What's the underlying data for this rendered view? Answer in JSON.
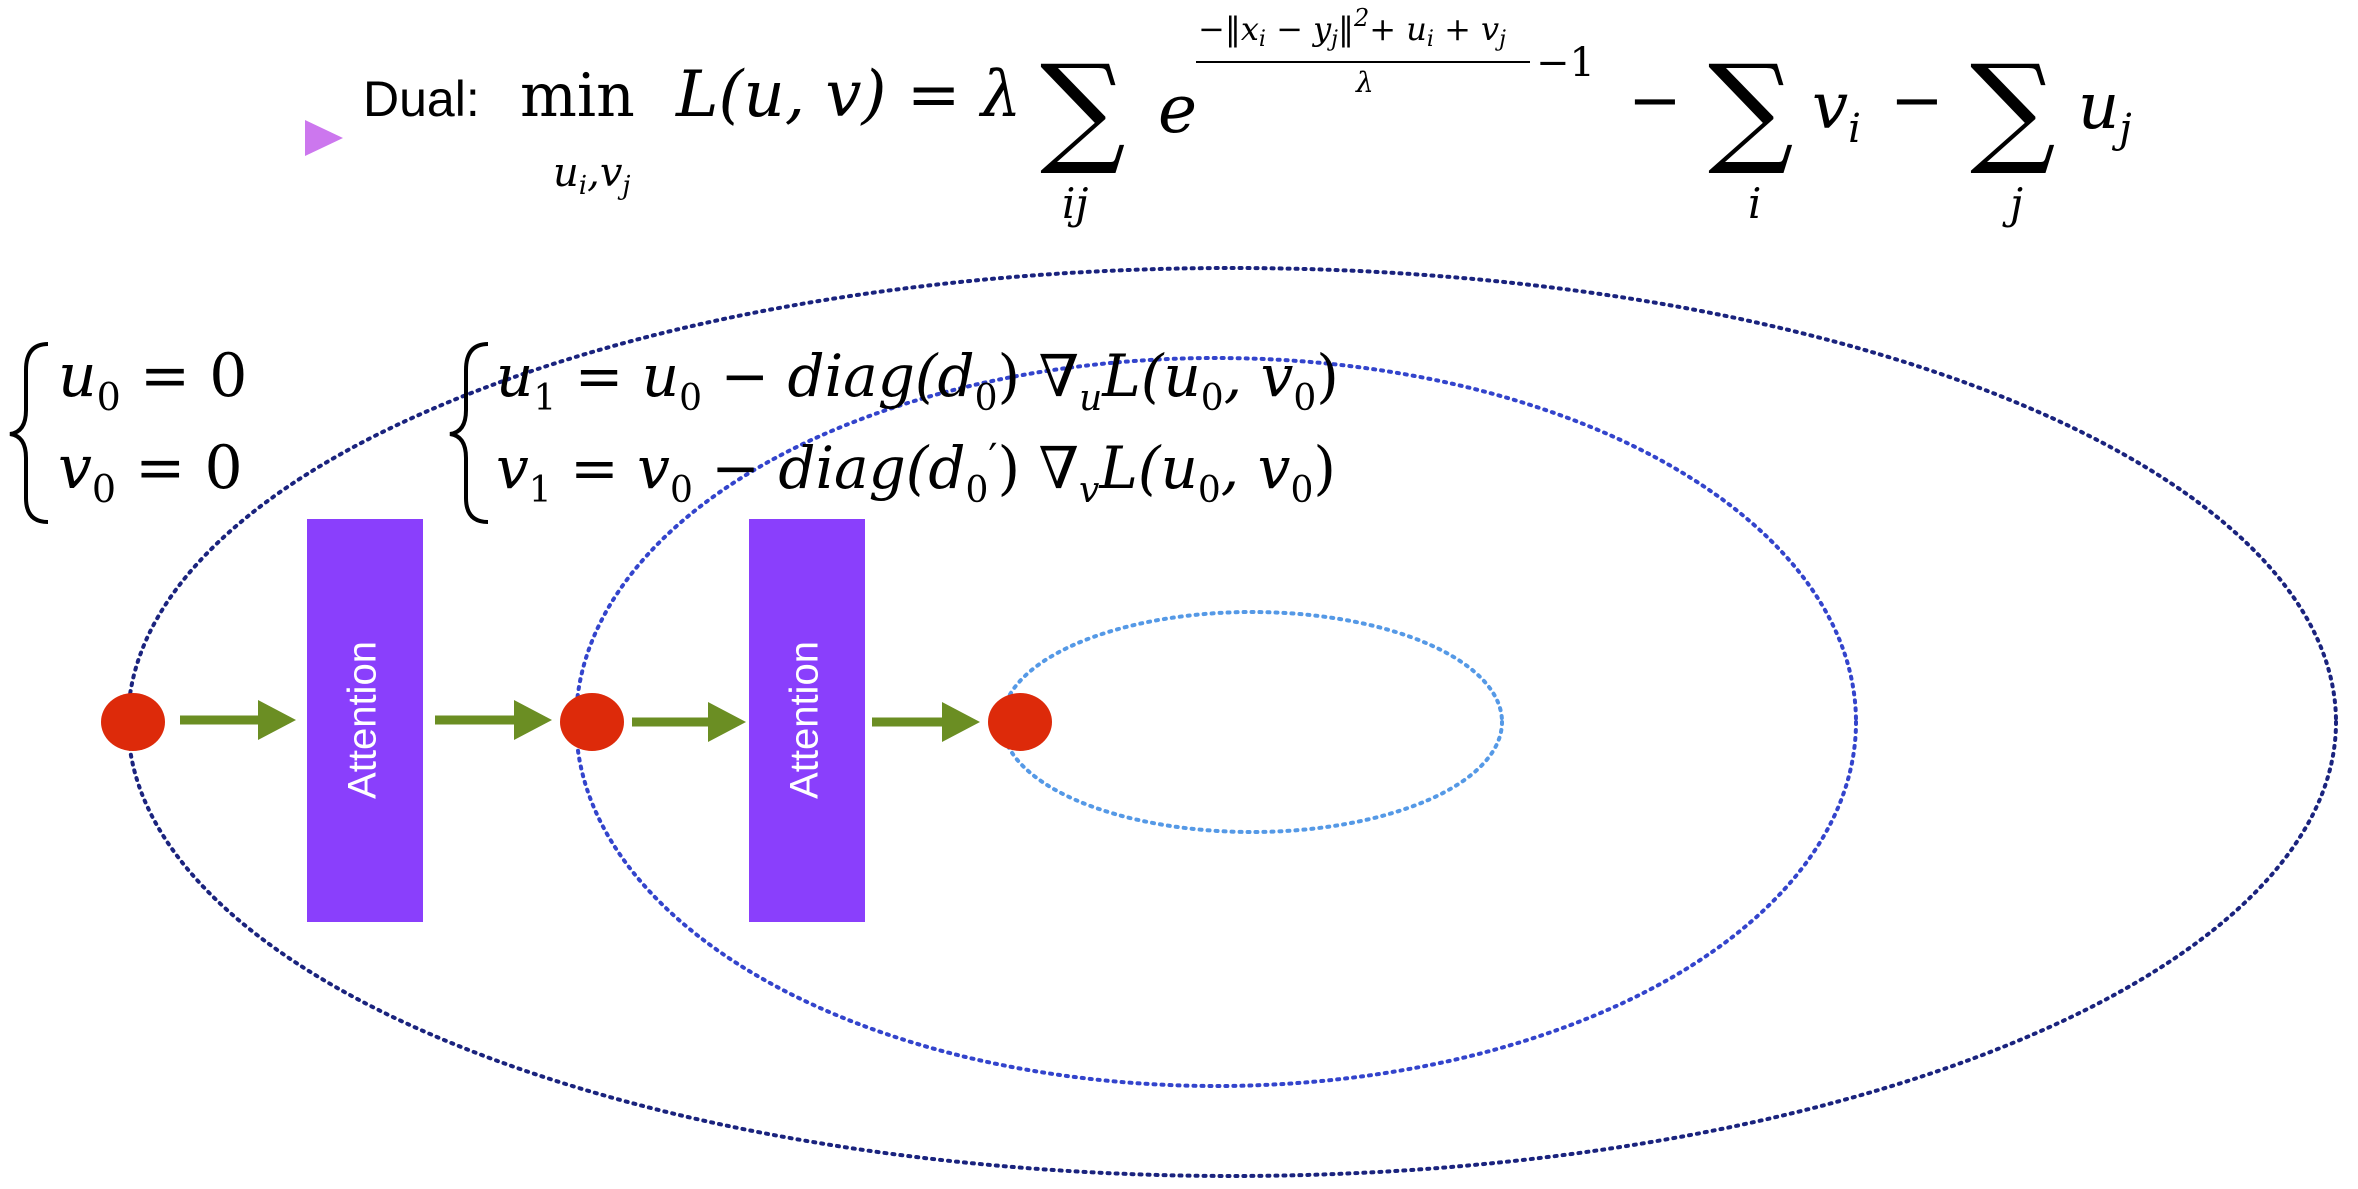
{
  "header": {
    "bullet_color": "#cc77ee",
    "dual_label": "Dual:",
    "min_word": "min",
    "equation": {
      "min_subscript": "u",
      "min_subscript_i": "i",
      "min_subscript_comma": ",",
      "min_subscript_v": "v",
      "min_subscript_j": "j",
      "lhs": "L(u, v) = λ",
      "sum_symbol": "∑",
      "sum1_index": "ij",
      "exp_base": "e",
      "exp_numerator": "−‖x",
      "exp_num_i": "i",
      "exp_num_minus_y": " − y",
      "exp_num_j": "j",
      "exp_num_norm": "‖",
      "exp_num_sq": "2",
      "exp_num_plus_u": "+ u",
      "exp_num_plus_u_i": "i",
      "exp_num_plus_v": " + v",
      "exp_num_plus_v_j": "j",
      "exp_denominator": "λ",
      "exp_minus_one": "−1",
      "minus1": "−",
      "sum2_index": "i",
      "term_v": "v",
      "term_v_sub": "i",
      "minus2": "−",
      "sum3_index": "j",
      "term_u": "u",
      "term_u_sub": "j"
    }
  },
  "init_system": {
    "line1_var": "u",
    "line1_sub": "0",
    "line1_rest": " = 0",
    "line2_var": "v",
    "line2_sub": "0",
    "line2_rest": " = 0"
  },
  "update_system": {
    "line1": {
      "lhs_var": "u",
      "lhs_sub": "1",
      "eq": " = ",
      "u0_var": "u",
      "u0_sub": "0",
      "minus_diag": " − diag(d",
      "d_sub": "0",
      "close": ") ∇",
      "grad_sub": "u",
      "L": "L(u",
      "arg_u_sub": "0",
      "comma_v": ", v",
      "arg_v_sub": "0",
      "end": ")"
    },
    "line2": {
      "lhs_var": "v",
      "lhs_sub": "1",
      "eq": " = ",
      "v0_var": "v",
      "v0_sub": "0",
      "minus_diag": " − diag(d",
      "d_sub": "0",
      "prime": "′",
      "close": ") ∇",
      "grad_sub": "v",
      "L": "L(u",
      "arg_u_sub": "0",
      "comma_v": ", v",
      "arg_v_sub": "0",
      "end": ")"
    }
  },
  "blocks": [
    {
      "label": "Attention"
    },
    {
      "label": "Attention"
    }
  ],
  "colors": {
    "attention_block": "#8a3ffc",
    "point": "#dd2a0a",
    "arrow": "#6b8e23",
    "outer_ellipse": "#1a237e",
    "middle_ellipse": "#3344cc",
    "inner_ellipse": "#5599e6"
  }
}
